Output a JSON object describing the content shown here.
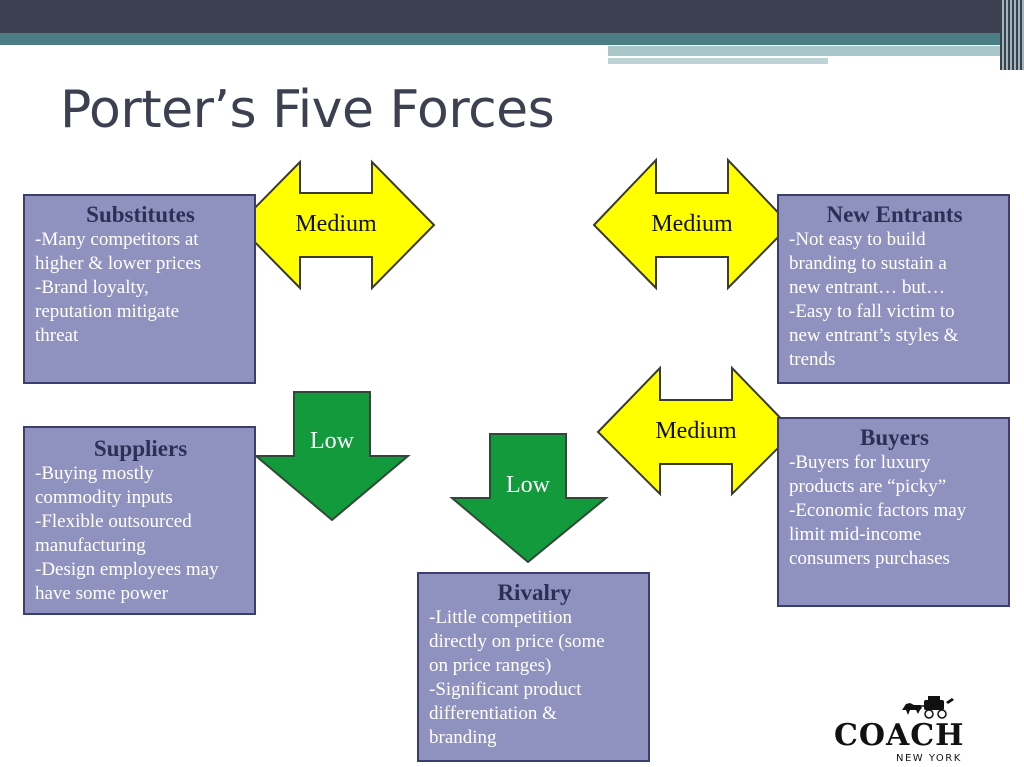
{
  "title": "Porter’s Five Forces",
  "boxes": {
    "substitutes": {
      "heading": "Substitutes",
      "lines": [
        "-Many competitors at",
        "higher & lower prices",
        "-Brand loyalty,",
        "reputation mitigate",
        "threat"
      ]
    },
    "new_entrants": {
      "heading": "New Entrants",
      "lines": [
        "-Not easy to build",
        "branding to sustain a",
        "new entrant… but…",
        "-Easy to fall victim to",
        "new entrant’s styles &",
        "trends"
      ]
    },
    "suppliers": {
      "heading": "Suppliers",
      "lines": [
        "-Buying mostly",
        "commodity inputs",
        "-Flexible outsourced",
        "manufacturing",
        "-Design employees may",
        "have some power"
      ]
    },
    "buyers": {
      "heading": "Buyers",
      "lines": [
        "-Buyers for luxury",
        "products are “picky”",
        "-Economic factors may",
        "limit mid-income",
        "consumers purchases"
      ]
    },
    "rivalry": {
      "heading": "Rivalry",
      "lines": [
        "-Little competition",
        "directly on price (some",
        "on price ranges)",
        "-Significant product",
        "differentiation &",
        "branding"
      ]
    }
  },
  "arrows": {
    "substitutes_level": "Medium",
    "new_entrants_level": "Medium",
    "buyers_level": "Medium",
    "suppliers_level": "Low",
    "rivalry_level": "Low"
  },
  "colors": {
    "box_fill": "#8f92bf",
    "box_heading": "#2d3055",
    "double_arrow": "#ffff00",
    "down_arrow": "#129a3c"
  },
  "logo": {
    "word": "COACH",
    "sub": "NEW YORK",
    "icon": "horse-carriage-icon"
  }
}
